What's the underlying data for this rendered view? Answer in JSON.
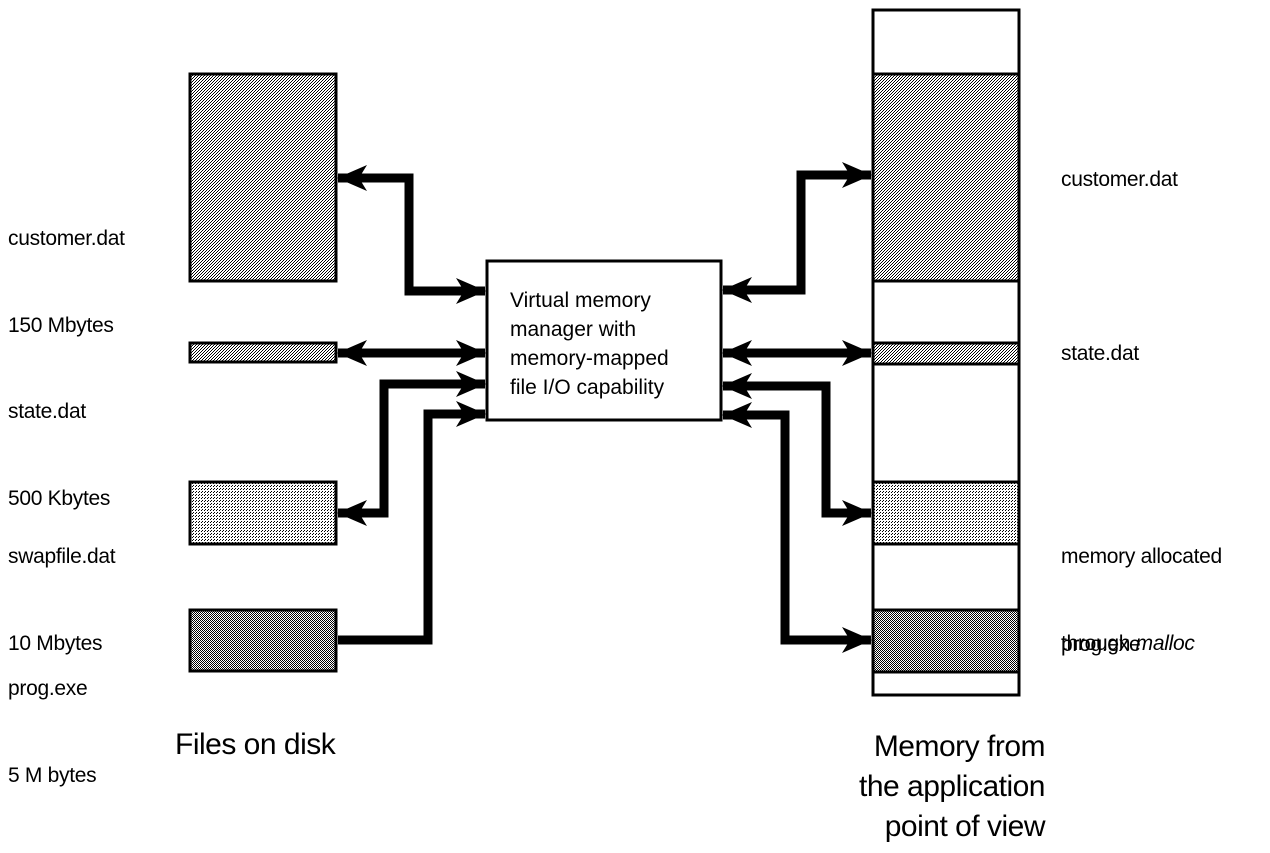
{
  "diagram": {
    "title_left": "Files on disk",
    "title_right": [
      "Memory from",
      "the application",
      "point of view"
    ],
    "manager": {
      "lines": [
        "Virtual memory",
        "manager with",
        "memory-mapped",
        "file I/O capability"
      ]
    },
    "disk_files": [
      {
        "name": "customer.dat",
        "size": "150 Mbytes",
        "pattern": "dense"
      },
      {
        "name": "state.dat",
        "size": "500 Kbytes",
        "pattern": "dense"
      },
      {
        "name": "swapfile.dat",
        "size": "10 Mbytes",
        "pattern": "light"
      },
      {
        "name": "prog.exe",
        "size": "5 M bytes",
        "pattern": "dark"
      }
    ],
    "memory_regions": [
      {
        "label": "",
        "pattern": "empty"
      },
      {
        "label": "customer.dat",
        "pattern": "dense"
      },
      {
        "label": "",
        "pattern": "empty"
      },
      {
        "label": "state.dat",
        "pattern": "dense"
      },
      {
        "label": "",
        "pattern": "empty"
      },
      {
        "label": "memory allocated",
        "label2_prefix": "through ",
        "label2_italic": "malloc",
        "pattern": "light"
      },
      {
        "label": "",
        "pattern": "empty"
      },
      {
        "label": "prog.exe",
        "pattern": "dark"
      },
      {
        "label": "",
        "pattern": "empty"
      }
    ],
    "colors": {
      "line": "#000000",
      "background": "#ffffff"
    }
  }
}
